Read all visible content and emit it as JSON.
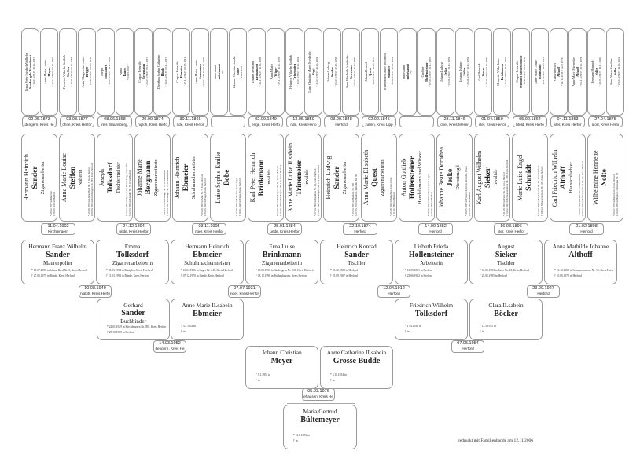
{
  "gen5": [
    {
      "given": "Franz Peter Friedrich Wilhelm",
      "surname": "Sander geb. Varenhorst",
      "dates": "* 13.07.1851  † 28.02.1917"
    },
    {
      "given": "Anne Marie Louise",
      "surname": "Meyer",
      "dates": "* 25.04.1850  † 05.08.1916"
    },
    {
      "given": "Friedrich Wilhelm Gottlieb",
      "surname": "Steffen",
      "dates": "* 19.08.1852  † 03.03.1888"
    },
    {
      "given": "Anna Margaretha Louise",
      "surname": "Krüger",
      "dates": "* 08.10.1848  † 03.05.1888"
    },
    {
      "given": "Joseph",
      "surname": "Tolksdorf",
      "dates": "* 12.03.1838  † 13.12.1908"
    },
    {
      "given": "Anna",
      "surname": "Bauer",
      "dates": "* 01.04.1847  †"
    },
    {
      "given": "Caspar Heinrich",
      "surname": "Bergmann",
      "dates": "* 20.05.1849  † 08.12.1917"
    },
    {
      "given": "Dorothea Sophie Catharine",
      "surname": "Hinde",
      "dates": "* 13.04.1851  † 06.12.1917"
    },
    {
      "given": "Caspar Heinrich",
      "surname": "Ebmeier",
      "dates": "* 17.11.1842  † 08.09.1911"
    },
    {
      "given": "Anne Marie Louise",
      "surname": "Sommann",
      "dates": "* 08.01.1841  † 03.03.1920"
    },
    {
      "given": "unbekannt",
      "surname": "unbekannt",
      "dates": "*  †"
    },
    {
      "given": "Johanne Christine Amalie",
      "surname": "Bobe",
      "dates": "* 11.01.1844  †"
    },
    {
      "given": "Johann Hermann",
      "surname": "Brinkmann",
      "dates": "* 26.11.1822  † 15.08.1908"
    },
    {
      "given": "Anna Marie",
      "surname": "Wöger",
      "dates": "* 27.11.1828  † 15.01.1876"
    },
    {
      "given": "Heinrich Wilhelm Gottlieb",
      "surname": "Trinemeier",
      "dates": "* 16.05.1836  † 28.02.1904"
    },
    {
      "given": "Luise Christine Marie Friederike",
      "surname": "Vogt",
      "dates": "* 31.05.1835  † 25.03.1903"
    },
    {
      "given": "Johann Ludwig",
      "surname": "Sander",
      "dates": "* 05.05.1815  † 27.05.1858"
    },
    {
      "given": "Anna Elisabeth Friederike",
      "surname": "Schwarze",
      "dates": "* 02.04.1822  † 16.10.1900"
    },
    {
      "given": "Johann Konrad",
      "surname": "Quest",
      "dates": "* 13.02.1815  † 19.03.1887"
    },
    {
      "given": "Wilhelmine Louise Dorothea",
      "surname": "Schlüter",
      "dates": "* 30.06.1815  † 20.02.1864"
    },
    {
      "given": "unbekannt",
      "surname": "unbekannt",
      "dates": "*  †"
    },
    {
      "given": "Caroline",
      "surname": "Hollensteiner",
      "dates": "* 07.08.1795  † 28.12.1867"
    },
    {
      "given": "Johann Ludwig",
      "surname": "Jeske",
      "dates": "* 08.06.1826  † 14.10.1882"
    },
    {
      "given": "Johanna Juliane",
      "surname": "Stöhr",
      "dates": "* 26.06.1825  † 14.10.1882"
    },
    {
      "given": "Carl Heinrich",
      "surname": "Sieker",
      "dates": "* 30.09.1826  † 08.08.1900"
    },
    {
      "given": "Henriette Wilhelmine",
      "surname": "Brinkmann",
      "dates": "* 11.02.1826  † 19.04.1902"
    },
    {
      "given": "Caspar Heinrich",
      "surname": "Schmidt nach Schmidt",
      "dates": "* 15.10.1818  † 03.12.1888"
    },
    {
      "given": "Anne Marie Louise",
      "surname": "Hellmann",
      "dates": "* 12.11.1828  † 13.05.1918"
    },
    {
      "given": "Carl Friedrich",
      "surname": "Althoff",
      "dates": "* 02.10.1831  † nach 1870"
    },
    {
      "given": "Anne Marie Friederike",
      "surname": "Althoff",
      "dates": "* 05.11.1835  † 28.02.1879"
    },
    {
      "given": "Hermann Heinrich",
      "surname": "Nolte",
      "dates": "* 29.05.1847  † 11.11.1926"
    },
    {
      "given": "Anne Marie Caroline",
      "surname": "Stille",
      "dates": "* 09.04.1848  † 21.08.1924"
    }
  ],
  "gen5_marriages": [
    {
      "date": "02.05.1873",
      "place": "dengern, Kreis He"
    },
    {
      "date": "03.08.1877",
      "place": "ohne, Kreis Herfor"
    },
    {
      "date": "08.06.1868",
      "place": "reis Braunsberg,"
    },
    {
      "date": "20.09.1874",
      "place": "nigloh, Kreis Herfo"
    },
    {
      "date": "30.11.1866",
      "place": "nde, Kreis Herfor"
    },
    {
      "date": "",
      "place": ""
    },
    {
      "date": "02.09.1849",
      "place": "enge, Kreis Herfo"
    },
    {
      "date": "13.05.1859",
      "place": "nde, Kreis Herfo"
    },
    {
      "date": "03.09.1848",
      "place": "Herford"
    },
    {
      "date": "02.02.1845",
      "place": "zuflen, Kreis Lipp"
    },
    {
      "date": "",
      "place": ""
    },
    {
      "date": "28.11.1846",
      "place": "chel, Kreis Meser"
    },
    {
      "date": "01.04.1850",
      "place": "xter, Kreis Herfor"
    },
    {
      "date": "05.02.1864",
      "place": "hfeld, Kreis Herfo"
    },
    {
      "date": "04.11.1853",
      "place": "xter, Kreis Herfor"
    },
    {
      "date": "27.04.1875",
      "place": "ldorf, Kreis Herfo"
    }
  ],
  "gen4": [
    {
      "given": "Hermann Heinrich",
      "surname": "Sander",
      "occupation": "Zigarrenarbeiter",
      "born": "* 28.02.1877 in Muerzen",
      "died": "† 30.06.1915 in Herford"
    },
    {
      "given": "Anna Marie Louise",
      "surname": "Steffen",
      "occupation": "Näherin",
      "born": "* 16.08.1878 in Löhne-Bred Nr. 5, Kreis Herford",
      "died": "† 08.10.1950 in Kirchlengern Nr. 285, Kreis Herford"
    },
    {
      "given": "Joseph",
      "surname": "Tolksdorf",
      "occupation": "Tischlermeister",
      "born": "* 17.02.1871 in Open, Kreis Braunsberg, Ostpreußen",
      "died": "† 22.03.1958 in Enniglo Nr. 78, Kreis Herford"
    },
    {
      "given": "Johanne Marie",
      "surname": "Bergmann",
      "occupation": "Zigarrenarbeiterin",
      "born": "* 22.06.1879 in Enniglo Nr. 78, Kreis Herford",
      "died": "† 18.03.1957 in Enniglo Nr. 78, Kreis Herford"
    },
    {
      "given": "Johann Heinrich",
      "surname": "Ebmeier",
      "occupation": "Schuhmachermeister",
      "born": "* 05.10.1868 in Ahle Nr. 7, Kreis Herford",
      "died": "† 30.06.1920 in Enger, Kreis Herford"
    },
    {
      "given": "Luise Sophie Emilie",
      "surname": "Bobe",
      "occupation": "",
      "born": "* 15.08.1878 in Salzuflen, Kreis Lippe",
      "died": "† 19.01.1942 in Enger, Kreis Herford"
    },
    {
      "given": "Karl Peter Heinrich",
      "surname": "Brinkmann",
      "occupation": "Invalide",
      "born": "* 02.10.1861 in Südlengern Nr. 58, Kreis Herford",
      "died": "† 15.10.1938 in Südlengern Nr. 136, Kreis Herford"
    },
    {
      "given": "Anne Marie Luise ILsabein",
      "surname": "Trinemeier",
      "occupation": "Invalide",
      "born": "* 27.04.1864 in Spradow Nr. 24, Kreis Herford",
      "died": "† 25.07.1941 in Südlengern Nr. 136, Kreis Herford"
    },
    {
      "given": "Heinrich Ludwig",
      "surname": "Sander",
      "occupation": "Zigarrenarbeiter",
      "born": "* 15.03.1851 in Herford, Nr. 396",
      "died": "† 27.05.1913 in Herford, Salzufler Str. 30"
    },
    {
      "given": "Anna Marie Elisabeth",
      "surname": "Quest",
      "occupation": "Zigarrenarbeiterin",
      "born": "* 25.08.1849 in Salzuflen, Kreis Lippe",
      "died": "† 11.04.1894 in Herford"
    },
    {
      "given": "Anton Gottlieb",
      "surname": "Hollensteiner",
      "occupation": "Handelsmann und Witwer",
      "born": "* 08.06.1836 in Dünnerhorst, Kreis Lippe",
      "died": "† 25.10.1908 in Herford"
    },
    {
      "given": "Johanne Beate Dorothea",
      "surname": "Jeske",
      "occupation": "Dienstmagd",
      "born": "* 30.05.1847 in Pyrzersch, Kreis Morzelin, Posen",
      "died": "† 03.10.1909 in Herford"
    },
    {
      "given": "Karl August Wilhelm",
      "surname": "Sieker",
      "occupation": "Invalide",
      "born": "* 31.08.1863 in Exter Nr. 36, Kreis Herford",
      "died": "† 14.12.1941 in Schwarzenmoor Nr. 108, Kreis Herford"
    },
    {
      "given": "Marie Luise Engel",
      "surname": "Schmidt",
      "occupation": "",
      "born": "* 22.06.1873 in Stedefreund Nr. 98, Kreis Herford",
      "died": "† 1963 in Schwarzenmoor Nr. 108, Kreis Herford"
    },
    {
      "given": "Carl Friedrich Wilhelm",
      "surname": "Althoff",
      "occupation": "Hausschlachter",
      "born": "* 28.08.1859 in Exter Nr. 5, Kreis Herford",
      "died": "† 20.02.1925 in Schwarzenmoor Nr. 19, Kreis Herford"
    },
    {
      "given": "Wilhelmine Henriette",
      "surname": "Nolte",
      "occupation": "",
      "born": "* 06.07.1879 in Bermbeck, Kreis Herford",
      "died": "† 20.10.1958 in Herford, Diekstraße Nr. 37"
    }
  ],
  "gen4_marriages": [
    {
      "date": "11.04.1902",
      "place": "Kirchlengern"
    },
    {
      "date": "24.12.1894",
      "place": "unde, Kreis Herfor"
    },
    {
      "date": "03.11.1905",
      "place": "nger, Kreis Herfor"
    },
    {
      "date": "25.01.1884",
      "place": "unde, Kreis Herfor"
    },
    {
      "date": "22.10.1874",
      "place": "Herford"
    },
    {
      "date": "14.09.1882",
      "place": "Herford"
    },
    {
      "date": "16.08.1896",
      "place": "xter, Kreis Herfor"
    },
    {
      "date": "21.02.1898",
      "place": "Herford"
    }
  ],
  "gen3": [
    {
      "given": "Hermann Franz Wilhelm",
      "surname": "Sander",
      "occupation": "Maurerpolier",
      "born": "* 10.07.1898 in Löhne-Bred Nr. 3, Kreis Herford",
      "died": "† 27.03.1979 in Bünde, Kreis Herford"
    },
    {
      "given": "Emma",
      "surname": "Tolksdorf",
      "occupation": "Zigarrenarbeiterin",
      "born": "* 05.03.1904 in Ennigloh, Kreis Herford",
      "died": "† 21.03.1994 in Bünde, Kreis Herford"
    },
    {
      "given": "Hermann Heinrich",
      "surname": "Ebmeier",
      "occupation": "Schuhmachermeister",
      "born": "* 16.04.1906 in Enger Nr. 249, Kreis Herford",
      "died": "† 07.12.1970 in Bünde, Kreis Herford"
    },
    {
      "given": "Erna Luise",
      "surname": "Brinkmann",
      "occupation": "Zigarrenarbeiterin",
      "born": "* 08.08.1900 in Südlengern Nr. 136, Kreis Herford",
      "died": "† 08.12.1998 in Rödinghausen, Kreis Herford"
    },
    {
      "given": "Heinrich Konrad",
      "surname": "Sander",
      "occupation": "Tischler",
      "born": "* 23.02.1888 in Herford",
      "died": "† 25.09.1967 in Herford"
    },
    {
      "given": "Lisbeth Frieda",
      "surname": "Hollensteiner",
      "occupation": "Arbeiterin",
      "born": "* 16.09.1891 in Herford",
      "died": "† 23.06.1982 in Herford"
    },
    {
      "given": "August",
      "surname": "Sieker",
      "occupation": "Tischler",
      "born": "* 04.05.1903 in Exter Nr. 10, Kreis Herford",
      "died": "† 25.05.1985 in Herford"
    },
    {
      "given": "Anna Mathilde Johanne",
      "surname": "Althoff",
      "occupation": "",
      "born": "* 13.12.1908 in Schwarzenmoor Nr. 19, Kreis Herford",
      "died": "† 10.06.1972 in Herford"
    }
  ],
  "gen3_marriages": [
    {
      "date": "10.08.1949",
      "place": "nigloh, Kreis Herfo"
    },
    {
      "date": "07.07.1931",
      "place": "nger, Kreis Herfor"
    },
    {
      "date": "12.04.1912",
      "place": "Herford"
    },
    {
      "date": "23.09.1927",
      "place": "Herford"
    }
  ],
  "gen2": [
    {
      "given": "Gerhard",
      "surname": "Sander",
      "occupation": "Buchbinder",
      "born": "* 22.01.1929 in Kirchlengern Nr. 395, Kreis Herford",
      "died": "† 25.10.1985 in Herford"
    },
    {
      "given": "Anne Marie ILsabein",
      "surname": "Ebmeier",
      "occupation": "",
      "born": "* 3.4.1932 in",
      "died": "† in"
    },
    {
      "given": "Friedrich Wilhelm",
      "surname": "Tolksdorf",
      "occupation": "",
      "born": "* 17.4.1931 in",
      "died": "† in"
    },
    {
      "given": "Clara ILsabein",
      "surname": "Böcker",
      "occupation": "",
      "born": "* 12.5.1935 in",
      "died": "† in"
    }
  ],
  "gen2_marriages": [
    {
      "date": "14.03.1952",
      "place": "dengern, Kreis He"
    },
    {
      "date": "07.05.1954",
      "place": "Herford"
    }
  ],
  "gen1": [
    {
      "given": "Johann Christian",
      "surname": "Meyer",
      "occupation": "",
      "born": "* 5.1.1954 in",
      "died": "† in"
    },
    {
      "given": "Anne Catharine ILsabein",
      "surname": "Grosse Budde",
      "occupation": "",
      "born": "* 4.10.1954 in",
      "died": "† in"
    }
  ],
  "gen1_marriages": [
    {
      "date": "05.03.1976",
      "place": "ehausen, Kreis He"
    }
  ],
  "proband": {
    "given": "Maria Gertrud",
    "surname": "Bültemeyer",
    "occupation": "",
    "born": "* 12.6.1983 in",
    "died": "† in"
  },
  "footer": "gedruckt mit Familienbande am 12.11.2006"
}
